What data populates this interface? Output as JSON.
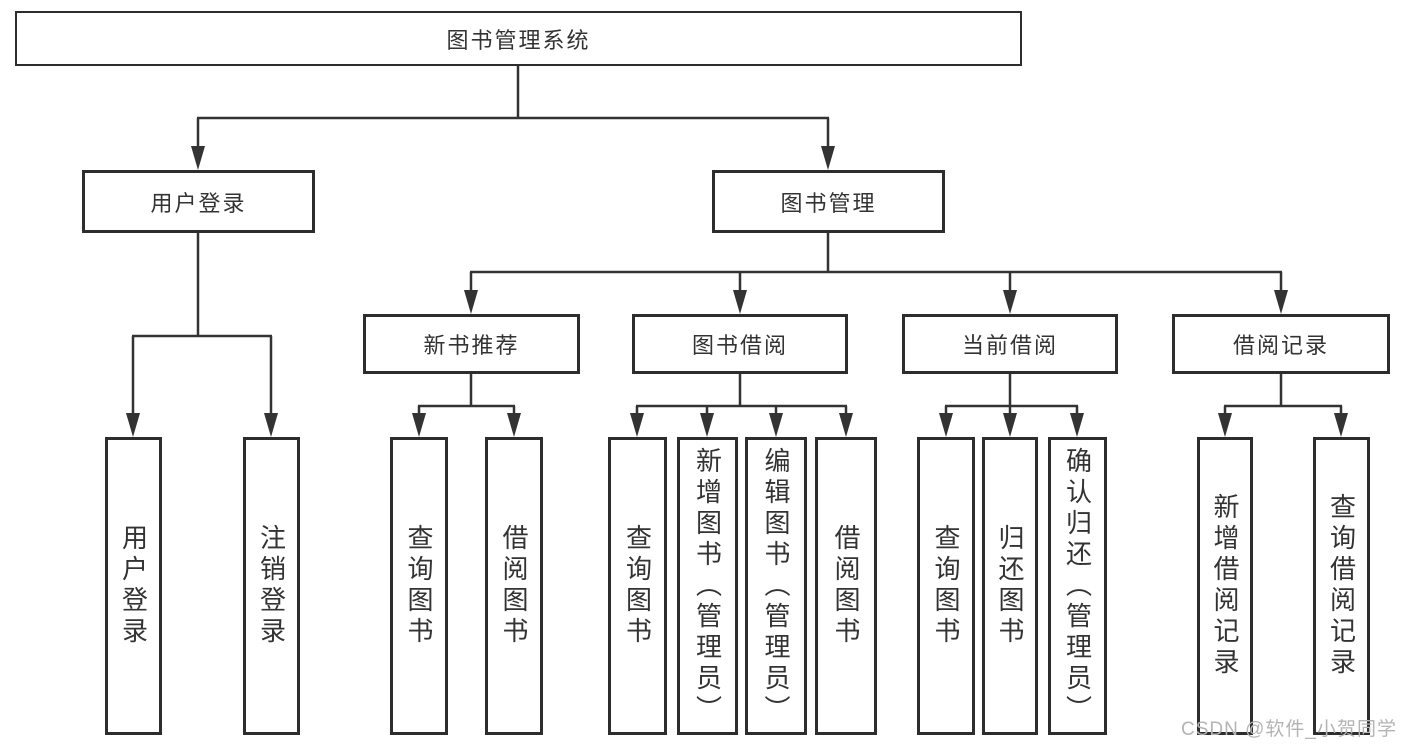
{
  "title": "图书管理系统",
  "watermark": "CSDN @软件_小贺同学",
  "colors": {
    "line": "#333333",
    "box_border": "#2d2d2d",
    "text": "#333333",
    "background": "#ffffff",
    "watermark_text": "#b4b4b4"
  },
  "nodes": {
    "root": {
      "label": "图书管理系统"
    },
    "login": {
      "label": "用户登录"
    },
    "mgmt": {
      "label": "图书管理"
    },
    "rec": {
      "label": "新书推荐"
    },
    "borrow": {
      "label": "图书借阅"
    },
    "current": {
      "label": "当前借阅"
    },
    "records": {
      "label": "借阅记录"
    },
    "leaf_login": {
      "label": "用户登录"
    },
    "leaf_logout": {
      "label": "注销登录"
    },
    "rec_query": {
      "label": "查询图书"
    },
    "rec_borrow": {
      "label": "借阅图书"
    },
    "bor_query": {
      "label": "查询图书"
    },
    "bor_add": {
      "label": "新增图书（管理员）"
    },
    "bor_edit": {
      "label": "编辑图书（管理员）"
    },
    "bor_borrow": {
      "label": "借阅图书"
    },
    "cur_query": {
      "label": "查询图书"
    },
    "cur_return": {
      "label": "归还图书"
    },
    "cur_confirm": {
      "label": "确认归还（管理员）"
    },
    "recd_add": {
      "label": "新增借阅记录"
    },
    "recd_query": {
      "label": "查询借阅记录"
    }
  }
}
